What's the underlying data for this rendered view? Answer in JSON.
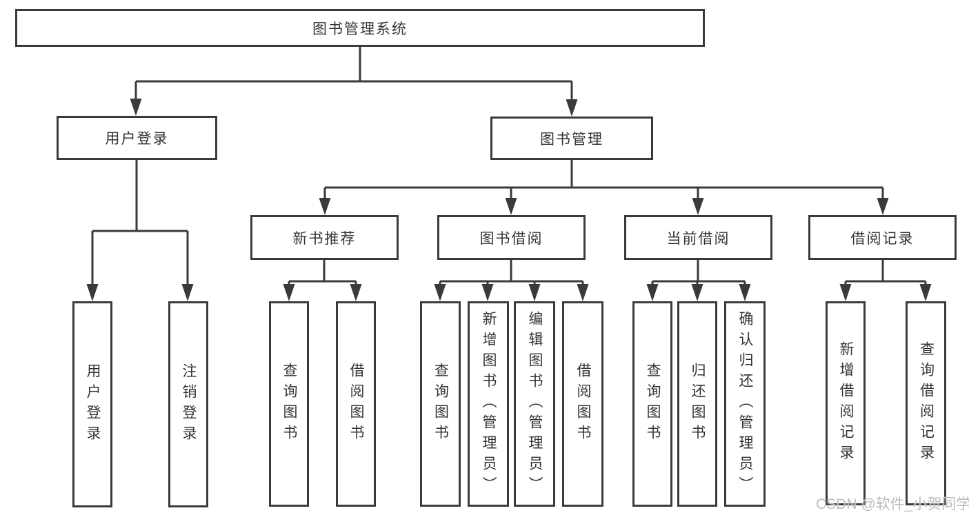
{
  "title": "图书管理系统",
  "user_login": {
    "label": "用户登录",
    "children": [
      {
        "label": "用户登录"
      },
      {
        "label": "注销登录"
      }
    ]
  },
  "book_mgmt": {
    "label": "图书管理",
    "sections": [
      {
        "label": "新书推荐",
        "children": [
          {
            "label": "查询图书"
          },
          {
            "label": "借阅图书"
          }
        ]
      },
      {
        "label": "图书借阅",
        "children": [
          {
            "label": "查询图书"
          },
          {
            "label": "新增图书（管理员）"
          },
          {
            "label": "编辑图书（管理员）"
          },
          {
            "label": "借阅图书"
          }
        ]
      },
      {
        "label": "当前借阅",
        "children": [
          {
            "label": "查询图书"
          },
          {
            "label": "归还图书"
          },
          {
            "label": "确认归还（管理员）"
          }
        ]
      },
      {
        "label": "借阅记录",
        "children": [
          {
            "label": "新增借阅记录"
          },
          {
            "label": "查询借阅记录"
          }
        ]
      }
    ]
  },
  "watermark": "CSDN @软件_小贺同学",
  "colors": {
    "line": "#3a3a3a",
    "text": "#333333",
    "watermark": "#b9bdc1",
    "bg": "#ffffff"
  }
}
